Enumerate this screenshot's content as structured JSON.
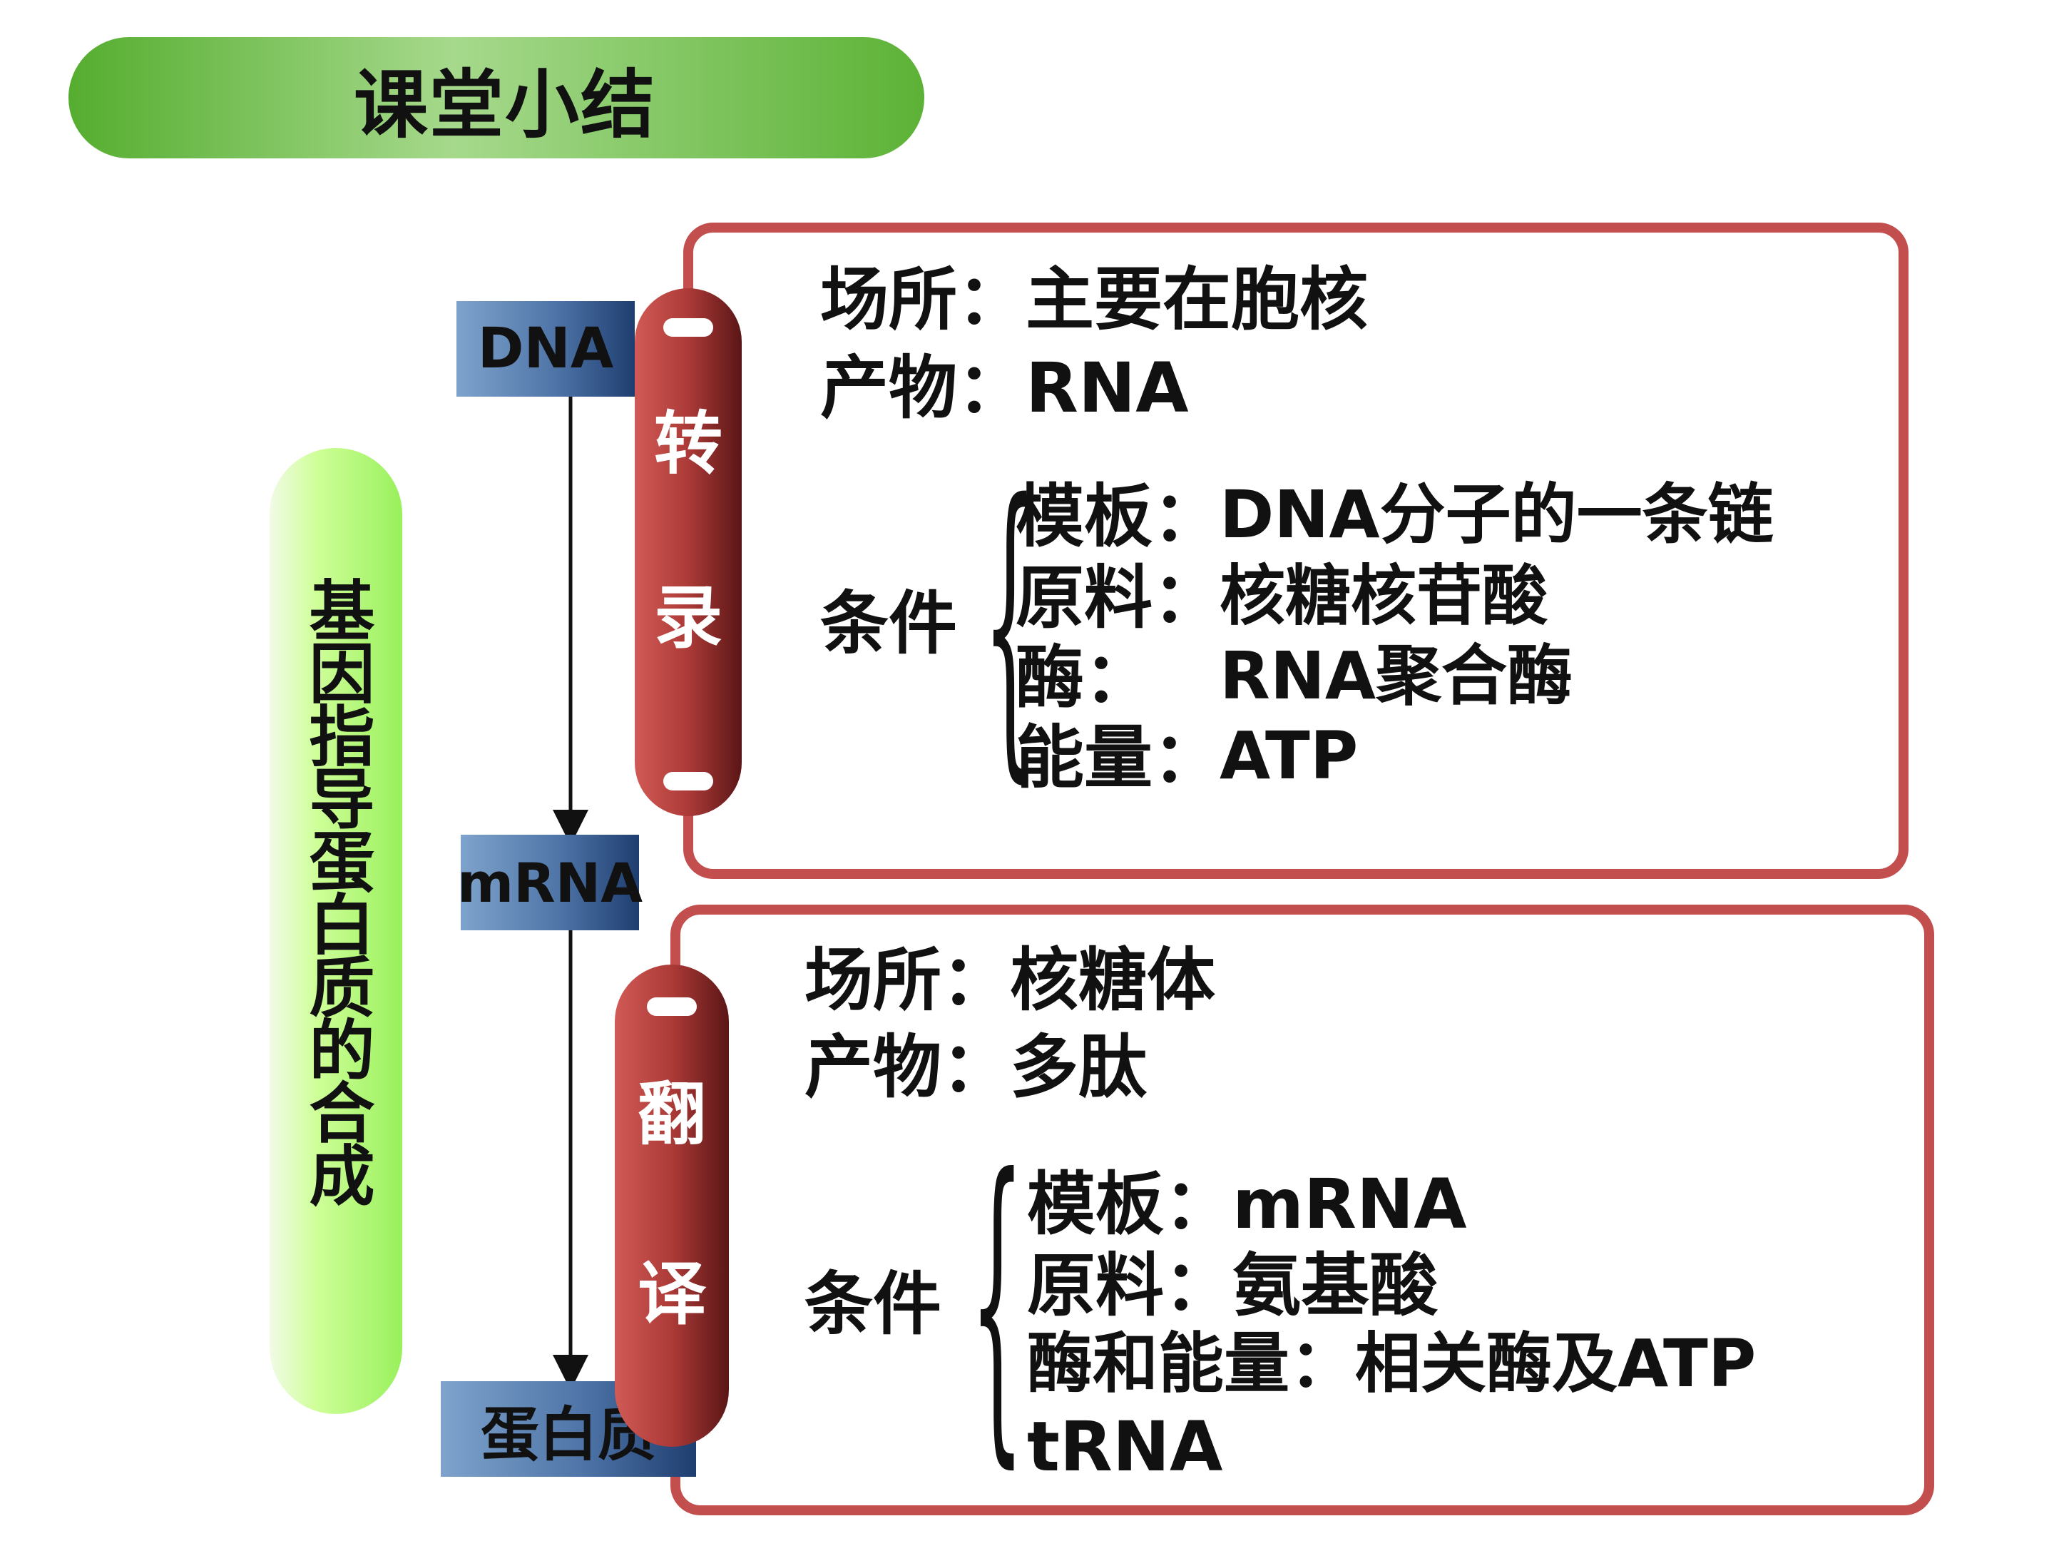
{
  "title": "课堂小结",
  "side_label": "基因指导蛋白质的合成",
  "flow": {
    "dna": "DNA",
    "mrna": "mRNA",
    "protein": "蛋白质"
  },
  "transcription": {
    "label_chars": [
      "转",
      "录"
    ],
    "location": "场所：主要在胞核",
    "product": "产物：RNA",
    "conditions_label": "条件",
    "conditions": [
      {
        "key": "模板：",
        "value": "DNA分子的一条链"
      },
      {
        "key": "原料：",
        "value": "核糖核苷酸"
      },
      {
        "key": "酶：",
        "value": "RNA聚合酶"
      },
      {
        "key": "能量：",
        "value": "ATP"
      }
    ]
  },
  "translation": {
    "label_chars": [
      "翻",
      "译"
    ],
    "location": "场所：核糖体",
    "product": "产物：多肽",
    "conditions_label": "条件",
    "conditions": [
      "模板：mRNA",
      "原料：氨基酸",
      "酶和能量：相关酶及ATP",
      "tRNA"
    ]
  },
  "colors": {
    "frame_red": "#c24e4e",
    "capsule_red": "#ac3a37",
    "title_green": "#55ad2f",
    "side_green": "#99f05c",
    "box_blue": "#4f75a8"
  }
}
